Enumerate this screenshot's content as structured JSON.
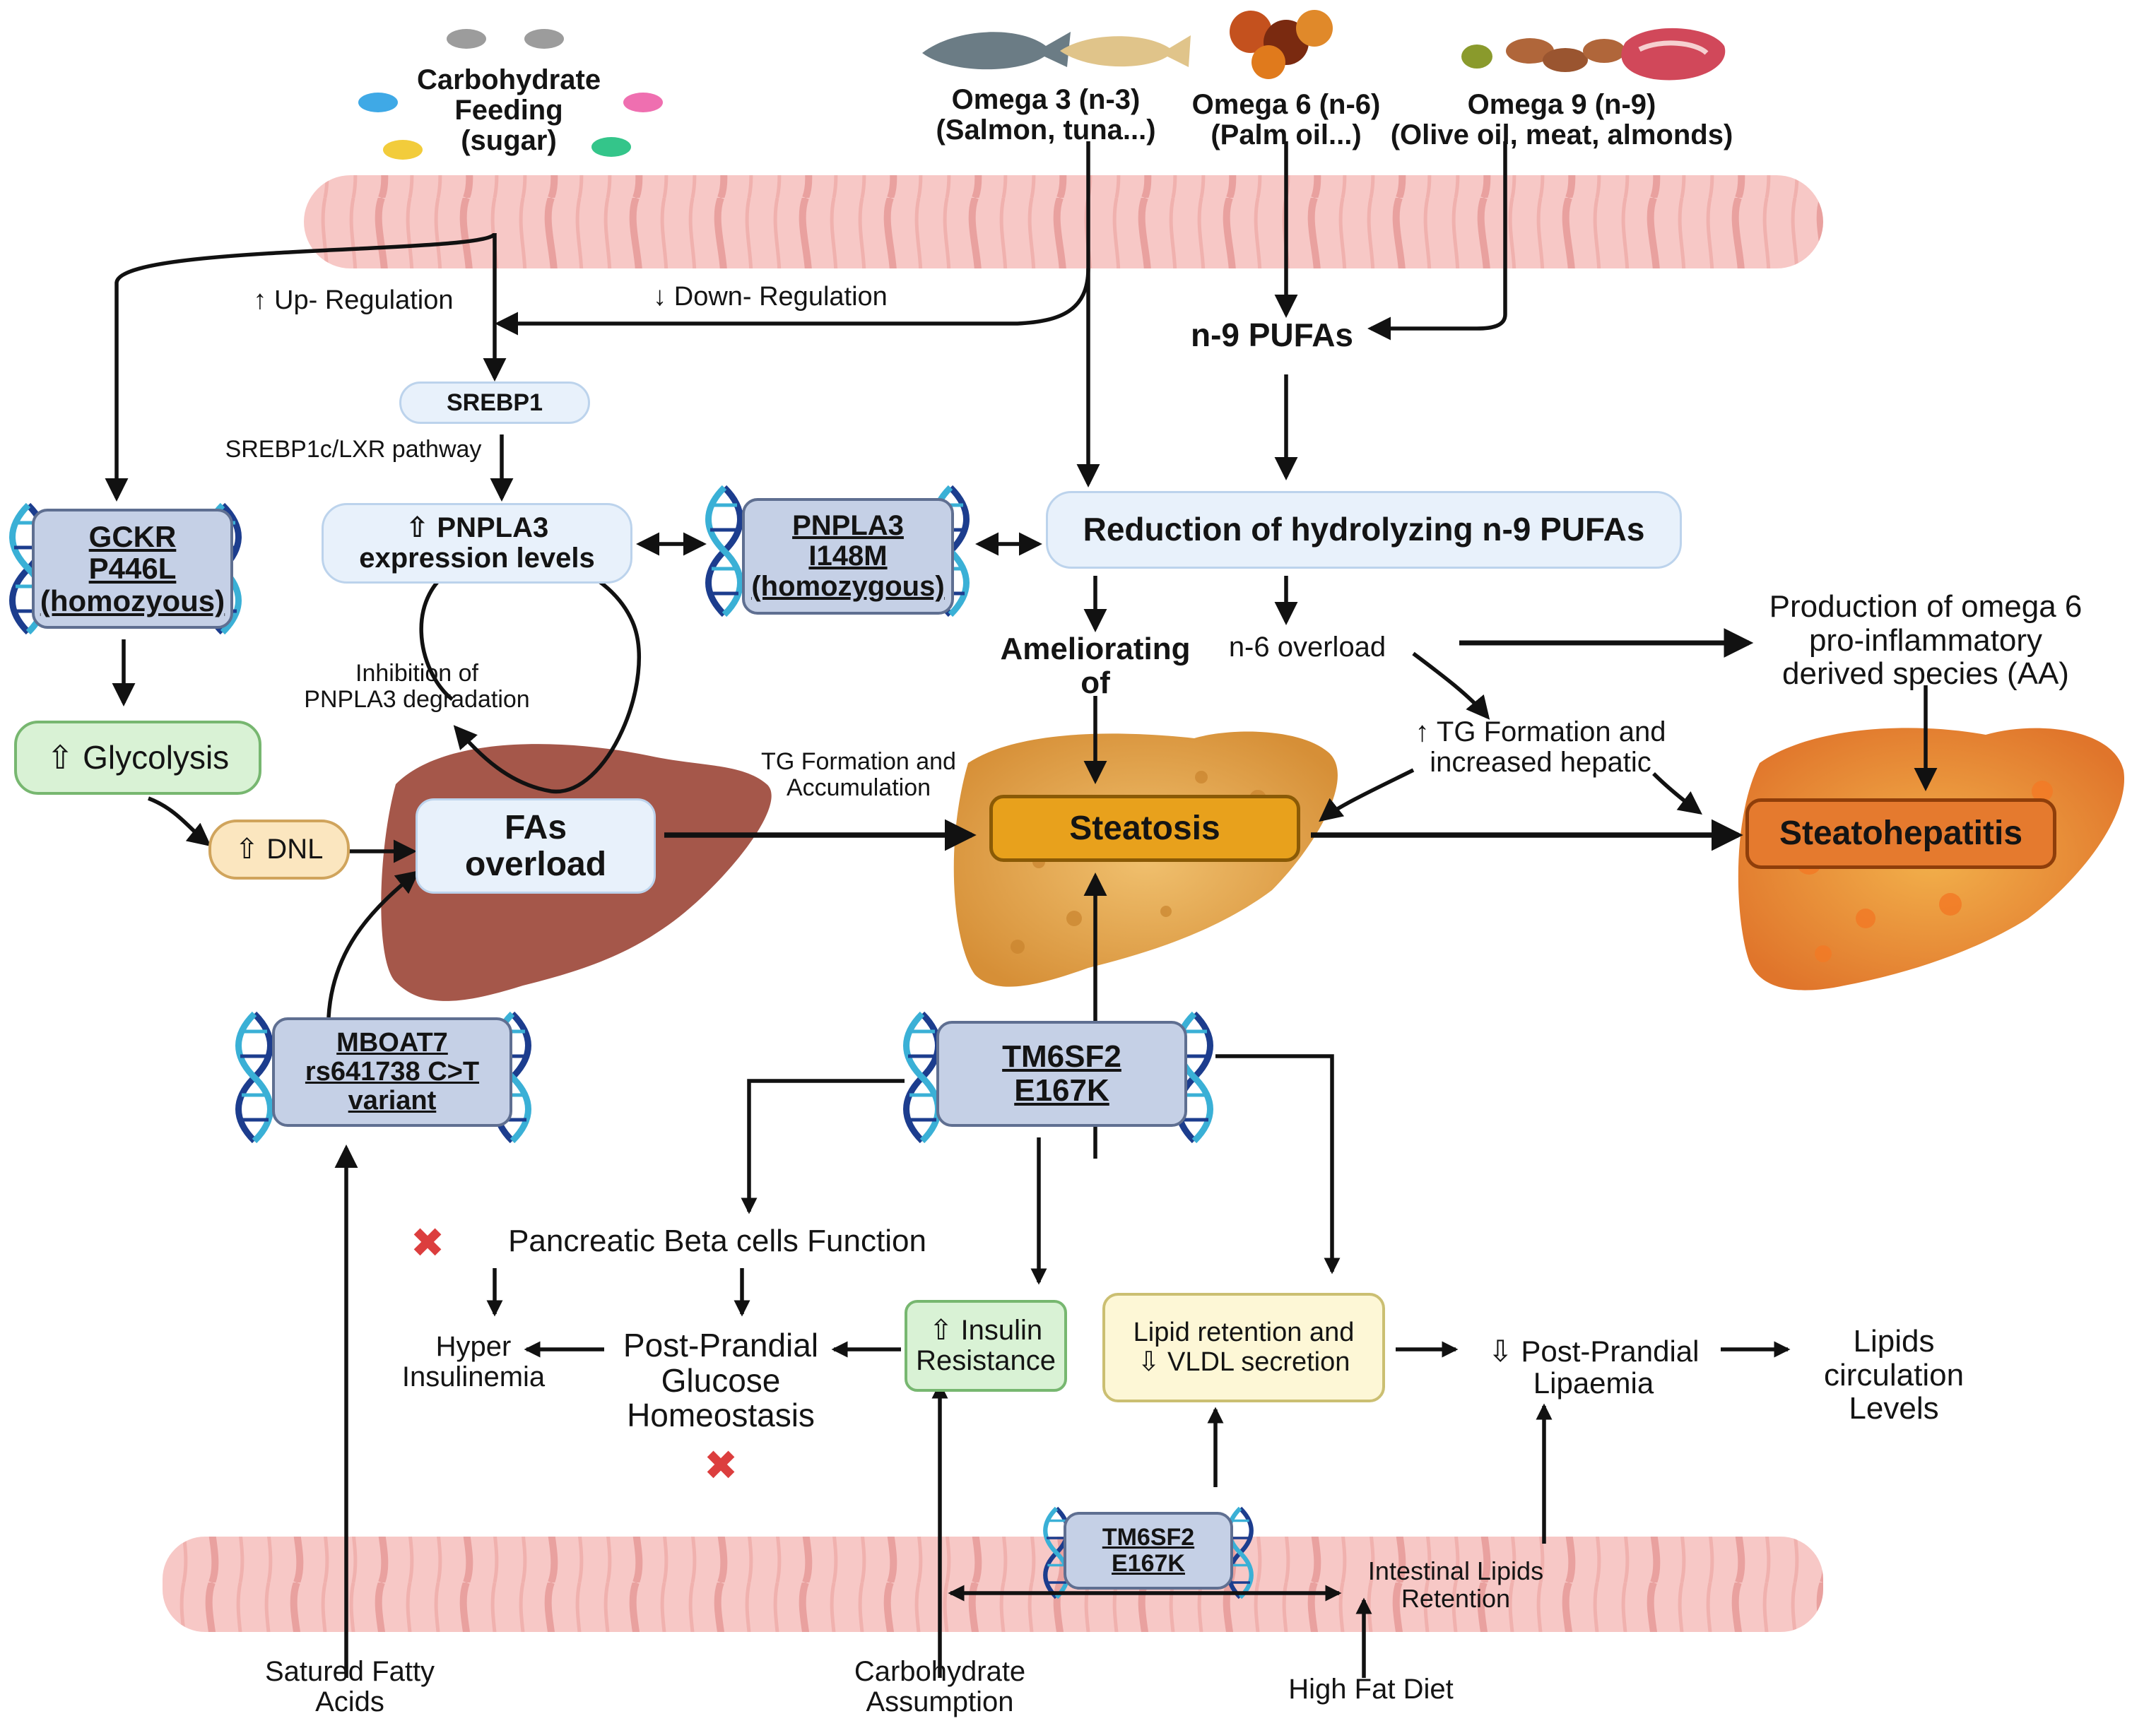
{
  "foods": {
    "carbohydrate": "Carbohydrate\nFeeding\n(sugar)",
    "omega3": "Omega 3 (n-3)\n(Salmon, tuna...)",
    "omega6": "Omega 6 (n-6)\n(Palm oil...)",
    "omega9": "Omega 9 (n-9)\n(Olive oil, meat, almonds)"
  },
  "regulation": {
    "up": "↑ Up- Regulation",
    "down": "↓ Down- Regulation"
  },
  "pufa": {
    "n9": "n-9 PUFAs",
    "reduction": "Reduction of hydrolyzing n-9 PUFAs",
    "ameliorating": "Ameliorating\nof",
    "n6_overload": "n-6 overload",
    "omega6_production": "Production of omega 6\npro-inflammatory\nderived species (AA)",
    "tg_hepatic": "↑ TG Formation and\nincreased hepatic"
  },
  "srebp": {
    "srebp1": "SREBP1",
    "pathway": "SREBP1c/LXR pathway",
    "pnpla3_expr": "⇧ PNPLA3\nexpression levels",
    "inhibition": "Inhibition of\nPNPLA3  degradation"
  },
  "genes": {
    "gckr": "GCKR\nP446L\n(homozyous)",
    "pnpla3": "PNPLA3\nI148M\n(homozygous)",
    "mboat7": "MBOAT7\nrs641738 C>T\nvariant",
    "tm6sf2": "TM6SF2\nE167K",
    "tm6sf2_gut": "TM6SF2\nE167K"
  },
  "metabolism": {
    "glycolysis": "⇧ Glycolysis",
    "dnl": "⇧ DNL",
    "fas_overload": "FAs\noverload",
    "tg_accum": "TG Formation and\nAccumulation",
    "steatosis": "Steatosis",
    "steatohepatitis": "Steatohepatitis"
  },
  "lower": {
    "beta_cells": "Pancreatic Beta cells Function",
    "hyper": "Hyper\nInsulinemia",
    "postprandial_glucose": "Post-Prandial\nGlucose\nHomeostasis",
    "insulin": "⇧ Insulin\nResistance",
    "lipid_retention": "Lipid retention  and\n⇩ VLDL secretion",
    "postprandial_lipaemia": "⇩ Post-Prandial\nLipaemia",
    "lipids_circulation": "Lipids\ncirculation\nLevels",
    "intestinal": "Intestinal Lipids\nRetention",
    "sat_fatty": "Satured Fatty\nAcids",
    "carb_assumption": "Carbohydrate\nAssumption",
    "high_fat": "High Fat Diet",
    "x_symbol": "✖"
  },
  "colors": {
    "intestine_light": "#f7c8c6",
    "intestine_dark": "#e9a19f",
    "liver_healthy": "#a5574a",
    "liver_fatty": "#e2a552",
    "liver_inflamed": "#e98a3c",
    "arrow": "#111111"
  },
  "icons": [
    "candy-icon",
    "fish-icon",
    "palm-fruit-icon",
    "olive-icon",
    "almond-icon",
    "meat-icon",
    "dna-helix-icon",
    "liver-icon",
    "intestine-icon"
  ]
}
